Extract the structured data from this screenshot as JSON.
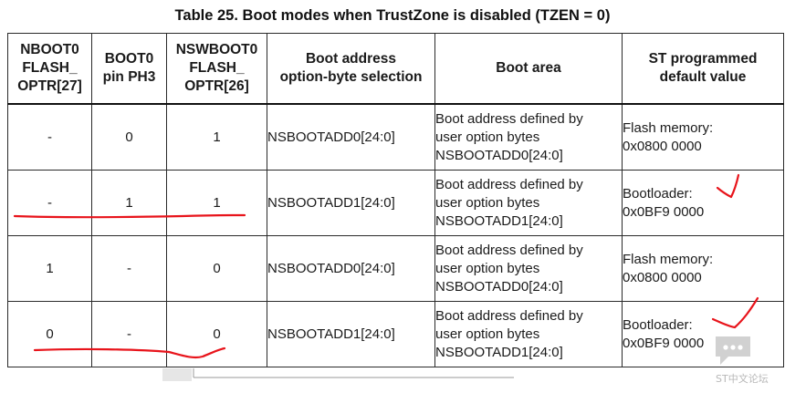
{
  "title": "Table 25. Boot modes when TrustZone is disabled (TZEN = 0)",
  "table": {
    "headers": [
      "NBOOT0\nFLASH_\nOPTR[27]",
      "BOOT0\npin PH3",
      "NSWBOOT0\nFLASH_\nOPTR[26]",
      "Boot address\noption-byte selection",
      "Boot area",
      "ST programmed\ndefault value"
    ],
    "rows": [
      [
        "-",
        "0",
        "1",
        "NSBOOTADD0[24:0]",
        "Boot address defined by\nuser option bytes\nNSBOOTADD0[24:0]",
        "Flash memory:\n0x0800 0000"
      ],
      [
        "-",
        "1",
        "1",
        "NSBOOTADD1[24:0]",
        "Boot address defined by\nuser option bytes\nNSBOOTADD1[24:0]",
        "Bootloader:\n0x0BF9 0000"
      ],
      [
        "1",
        "-",
        "0",
        "NSBOOTADD0[24:0]",
        "Boot address defined by\nuser option bytes\nNSBOOTADD0[24:0]",
        "Flash memory:\n0x0800 0000"
      ],
      [
        "0",
        "-",
        "0",
        "NSBOOTADD1[24:0]",
        "Boot address defined by\nuser option bytes\nNSBOOTADD1[24:0]",
        "Bootloader:\n0x0BF9 0000"
      ]
    ]
  },
  "annotations": {
    "ink_color": "#e8141b",
    "marks": [
      "underline-row-2",
      "checkmark-row-2",
      "underline-row-4",
      "checkmark-row-4"
    ]
  },
  "watermark": {
    "text": "ST中文论坛",
    "icon": "chat-bubble-icon"
  }
}
